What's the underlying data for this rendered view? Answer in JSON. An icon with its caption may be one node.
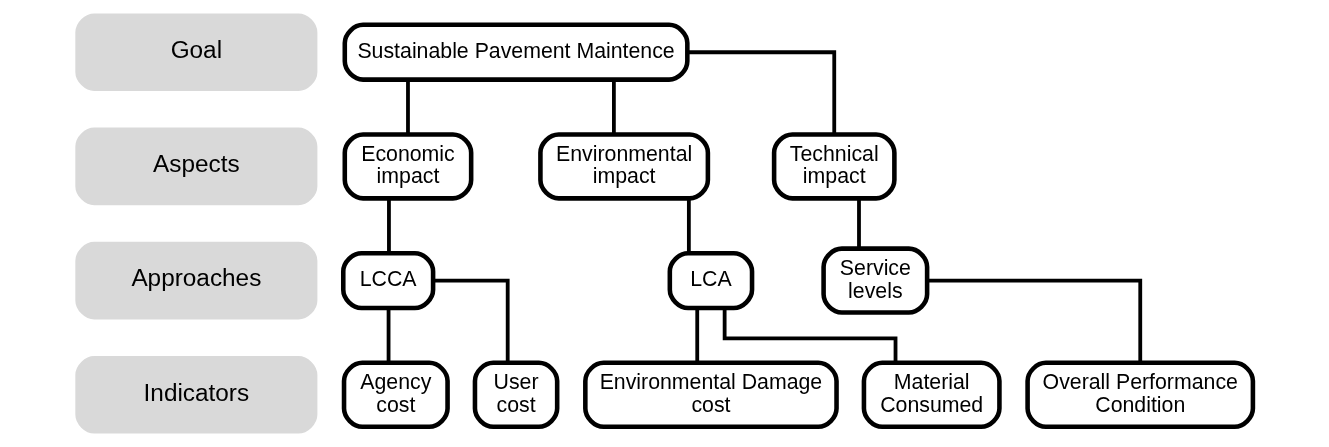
{
  "diagram": {
    "nodes": [
      {
        "text": [
          "Goal"
        ]
      },
      {
        "text": [
          "Sustainable Pavement Maintence"
        ]
      },
      {
        "text": [
          "Aspects"
        ]
      },
      {
        "text": [
          "Economic impact"
        ]
      },
      {
        "text": [
          "Environmental impact"
        ]
      },
      {
        "text": [
          "Technical impact"
        ]
      },
      {
        "text": [
          "Approaches"
        ]
      },
      {
        "text": [
          "LCCA"
        ]
      },
      {
        "text": [
          "LCA"
        ]
      },
      {
        "text": [
          "Service levels"
        ]
      },
      {
        "text": [
          "Indicators"
        ]
      },
      {
        "text": [
          "Agency cost"
        ]
      },
      {
        "text": [
          "User cost"
        ]
      },
      {
        "text": [
          "Environmental Damage cost"
        ]
      },
      {
        "text": [
          "Material Consumed"
        ]
      },
      {
        "text": [
          "Overall Performance Condition"
        ]
      }
    ],
    "edges": [
      {
        "from": 1,
        "to": 3,
        "arrow": "none"
      },
      {
        "from": 1,
        "to": 4,
        "arrow": "none"
      },
      {
        "from": 1,
        "to": 5,
        "arrow": "none"
      },
      {
        "from": 3,
        "to": 7,
        "arrow": "none"
      },
      {
        "from": 4,
        "to": 8,
        "arrow": "none"
      },
      {
        "from": 5,
        "to": 9,
        "arrow": "none"
      },
      {
        "from": 7,
        "to": 11,
        "arrow": "none"
      },
      {
        "from": 7,
        "to": 12,
        "arrow": "none"
      },
      {
        "from": 8,
        "to": 13,
        "arrow": "none"
      },
      {
        "from": 8,
        "to": 14,
        "arrow": "none"
      },
      {
        "from": 9,
        "to": 15,
        "arrow": "none"
      }
    ]
  }
}
